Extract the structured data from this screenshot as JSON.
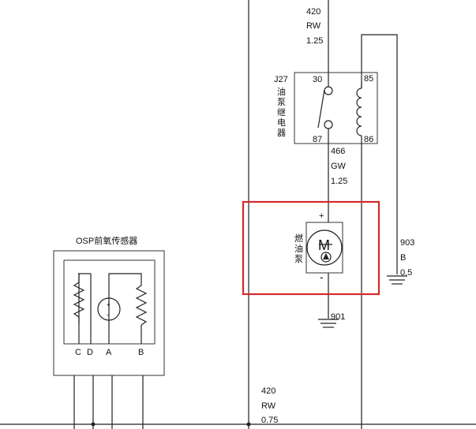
{
  "wire_420_top": {
    "number": "420",
    "color": "RW",
    "gauge": "1.25"
  },
  "relay": {
    "id": "J27",
    "name_chars": [
      "油",
      "泵",
      "继",
      "电",
      "器"
    ],
    "pin_30": "30",
    "pin_87": "87",
    "pin_85": "85",
    "pin_86": "86"
  },
  "wire_466": {
    "number": "466",
    "color": "GW",
    "gauge": "1.25"
  },
  "pump": {
    "name_chars": [
      "燃",
      "油",
      "泵"
    ],
    "motor_symbol": "M",
    "plus": "+",
    "minus": "-"
  },
  "ground_901": {
    "label": "901"
  },
  "wire_903": {
    "number": "903",
    "color": "B",
    "gauge": "0.5"
  },
  "osp_sensor": {
    "title": "OSP前氧传感器",
    "pins": [
      "C",
      "D",
      "A",
      "B"
    ],
    "source_plus": "+",
    "source_minus": "-"
  },
  "wire_420_bottom": {
    "number": "420",
    "color": "RW",
    "gauge": "0.75"
  },
  "highlight_color": "#d42a2a"
}
